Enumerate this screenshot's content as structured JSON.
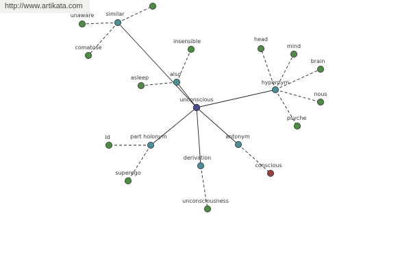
{
  "watermark": "http://www.artikata.com",
  "colors": {
    "root": "#474d8c",
    "relation": "#4a8e98",
    "word": "#4e8c46",
    "antonym_word": "#93423d",
    "node_stroke": "#2c2c2c",
    "edge": "#222222"
  },
  "graph": {
    "root": {
      "id": "unconscious",
      "label": "unconscious",
      "kind": "root"
    },
    "relations": [
      {
        "id": "similar",
        "label": "similar",
        "kind": "relation"
      },
      {
        "id": "also",
        "label": "also",
        "kind": "relation"
      },
      {
        "id": "hypernym",
        "label": "hypernym",
        "kind": "relation"
      },
      {
        "id": "part_holonym",
        "label": "part holonym",
        "kind": "relation"
      },
      {
        "id": "derivation",
        "label": "derivation",
        "kind": "relation"
      },
      {
        "id": "antonym",
        "label": "antonym",
        "kind": "relation"
      }
    ],
    "words": [
      {
        "id": "w_similar_top",
        "label": "",
        "parent": "similar",
        "kind": "word"
      },
      {
        "id": "w_unaware",
        "label": "unaware",
        "parent": "similar",
        "kind": "word"
      },
      {
        "id": "w_comatose",
        "label": "comatose",
        "parent": "similar",
        "kind": "word"
      },
      {
        "id": "w_insensible",
        "label": "insensible",
        "parent": "also",
        "kind": "word"
      },
      {
        "id": "w_asleep",
        "label": "asleep",
        "parent": "also",
        "kind": "word"
      },
      {
        "id": "w_head",
        "label": "head",
        "parent": "hypernym",
        "kind": "word"
      },
      {
        "id": "w_mind",
        "label": "mind",
        "parent": "hypernym",
        "kind": "word"
      },
      {
        "id": "w_brain",
        "label": "brain",
        "parent": "hypernym",
        "kind": "word"
      },
      {
        "id": "w_nous",
        "label": "nous",
        "parent": "hypernym",
        "kind": "word"
      },
      {
        "id": "w_psyche",
        "label": "psyche",
        "parent": "hypernym",
        "kind": "word"
      },
      {
        "id": "w_id",
        "label": "id",
        "parent": "part_holonym",
        "kind": "word"
      },
      {
        "id": "w_superego",
        "label": "superego",
        "parent": "part_holonym",
        "kind": "word"
      },
      {
        "id": "w_unconsciousness",
        "label": "unconsciousness",
        "parent": "derivation",
        "kind": "word"
      },
      {
        "id": "w_conscious",
        "label": "conscious",
        "parent": "antonym",
        "kind": "antonym_word"
      }
    ]
  }
}
